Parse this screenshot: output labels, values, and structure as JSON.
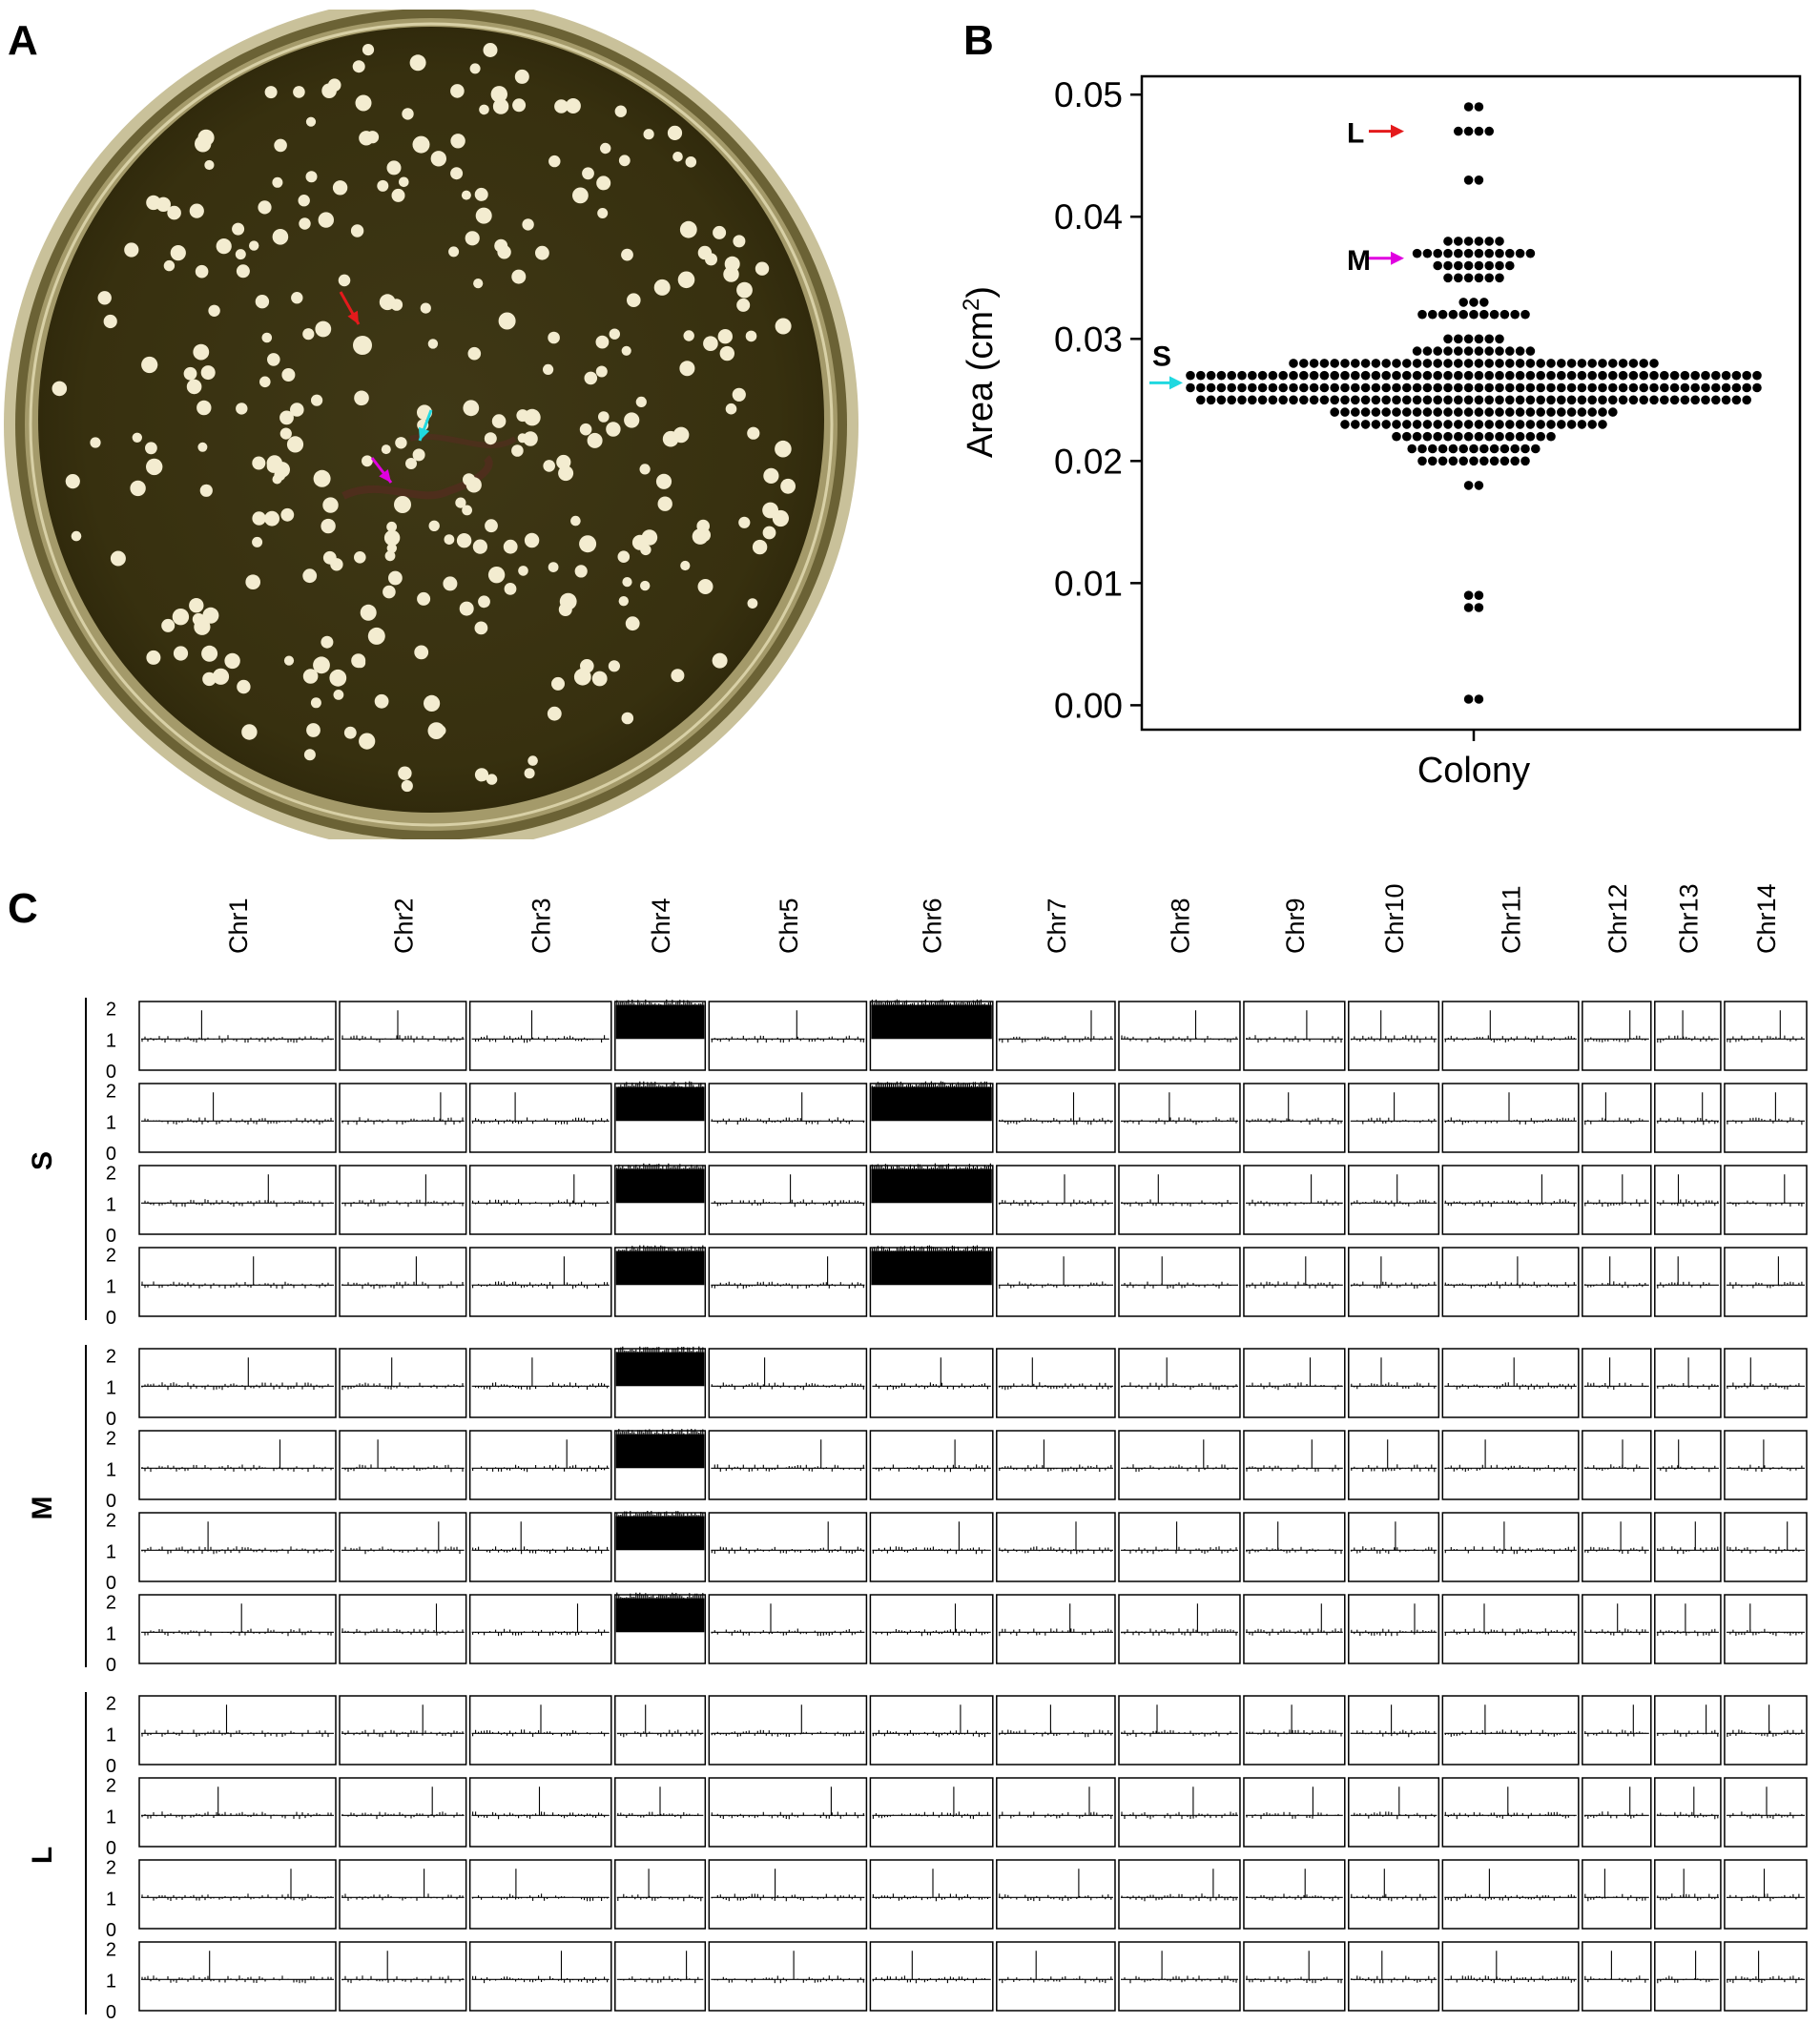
{
  "panels": {
    "a": "A",
    "b": "B",
    "c": "C"
  },
  "colors": {
    "plate_rim": "#c9c19a",
    "plate_agar": "#3b3515",
    "colony": "#f3ecd0",
    "arrow_L": "#e41a1c",
    "arrow_M": "#e000e0",
    "arrow_S": "#20d8e0",
    "dot": "#000000"
  },
  "plate_arrows": [
    {
      "color_key": "arrow_L",
      "name": "large-colony-arrow"
    },
    {
      "color_key": "arrow_M",
      "name": "medium-colony-arrow"
    },
    {
      "color_key": "arrow_S",
      "name": "small-colony-arrow"
    }
  ],
  "chart_data": [
    {
      "type": "scatter",
      "variant": "beeswarm",
      "title": "",
      "xlabel": "Colony",
      "ylabel_main": "Area (cm",
      "ylabel_sup": "2",
      "ylabel_end": ")",
      "ylim": [
        -0.002,
        0.0515
      ],
      "yticks": [
        "0.00",
        "0.01",
        "0.02",
        "0.03",
        "0.04",
        "0.05"
      ],
      "ytick_values": [
        0.0,
        0.01,
        0.02,
        0.03,
        0.04,
        0.05
      ],
      "xticks": [
        "Colony"
      ],
      "grid": false,
      "annotations": [
        {
          "label": "L",
          "y": 0.047,
          "color_key": "arrow_L",
          "side": "left-near"
        },
        {
          "label": "M",
          "y": 0.0366,
          "color_key": "arrow_M",
          "side": "left-near"
        },
        {
          "label": "S",
          "y": 0.0264,
          "color_key": "arrow_S",
          "side": "left-edge"
        }
      ],
      "value_rows": [
        {
          "y": 0.049,
          "n": 2
        },
        {
          "y": 0.047,
          "n": 4
        },
        {
          "y": 0.043,
          "n": 2
        },
        {
          "y": 0.038,
          "n": 6
        },
        {
          "y": 0.037,
          "n": 12
        },
        {
          "y": 0.036,
          "n": 8
        },
        {
          "y": 0.035,
          "n": 6
        },
        {
          "y": 0.033,
          "n": 3
        },
        {
          "y": 0.032,
          "n": 11
        },
        {
          "y": 0.03,
          "n": 6
        },
        {
          "y": 0.029,
          "n": 12
        },
        {
          "y": 0.028,
          "n": 36
        },
        {
          "y": 0.027,
          "n": 56
        },
        {
          "y": 0.026,
          "n": 56
        },
        {
          "y": 0.025,
          "n": 54
        },
        {
          "y": 0.024,
          "n": 28
        },
        {
          "y": 0.023,
          "n": 26
        },
        {
          "y": 0.022,
          "n": 16
        },
        {
          "y": 0.021,
          "n": 13
        },
        {
          "y": 0.02,
          "n": 11
        },
        {
          "y": 0.018,
          "n": 2
        },
        {
          "y": 0.009,
          "n": 2
        },
        {
          "y": 0.008,
          "n": 2
        },
        {
          "y": 0.0005,
          "n": 2
        }
      ]
    },
    {
      "type": "bar",
      "variant": "copy-number-grid",
      "title": "",
      "chromosomes": [
        "Chr1",
        "Chr2",
        "Chr3",
        "Chr4",
        "Chr5",
        "Chr6",
        "Chr7",
        "Chr8",
        "Chr9",
        "Chr10",
        "Chr11",
        "Chr12",
        "Chr13",
        "Chr14"
      ],
      "chrom_rel_length": [
        146,
        94,
        105,
        67,
        117,
        91,
        88,
        90,
        75,
        67,
        101,
        51,
        49,
        61
      ],
      "ylim": [
        0,
        2.2
      ],
      "yticks": [
        "2",
        "1",
        "0"
      ],
      "ytick_values": [
        2,
        1,
        0
      ],
      "baseline_copy_number": 1,
      "groups": [
        {
          "label": "S",
          "samples": [
            {
              "gained": [
                "Chr4",
                "Chr6"
              ]
            },
            {
              "gained": [
                "Chr4",
                "Chr6"
              ]
            },
            {
              "gained": [
                "Chr4",
                "Chr6"
              ]
            },
            {
              "gained": [
                "Chr4",
                "Chr6"
              ]
            }
          ]
        },
        {
          "label": "M",
          "samples": [
            {
              "gained": [
                "Chr4"
              ]
            },
            {
              "gained": [
                "Chr4"
              ]
            },
            {
              "gained": [
                "Chr4"
              ]
            },
            {
              "gained": [
                "Chr4"
              ]
            }
          ]
        },
        {
          "label": "L",
          "samples": [
            {
              "gained": []
            },
            {
              "gained": []
            },
            {
              "gained": []
            },
            {
              "gained": []
            }
          ]
        }
      ],
      "gained_copy_number": 2
    }
  ]
}
